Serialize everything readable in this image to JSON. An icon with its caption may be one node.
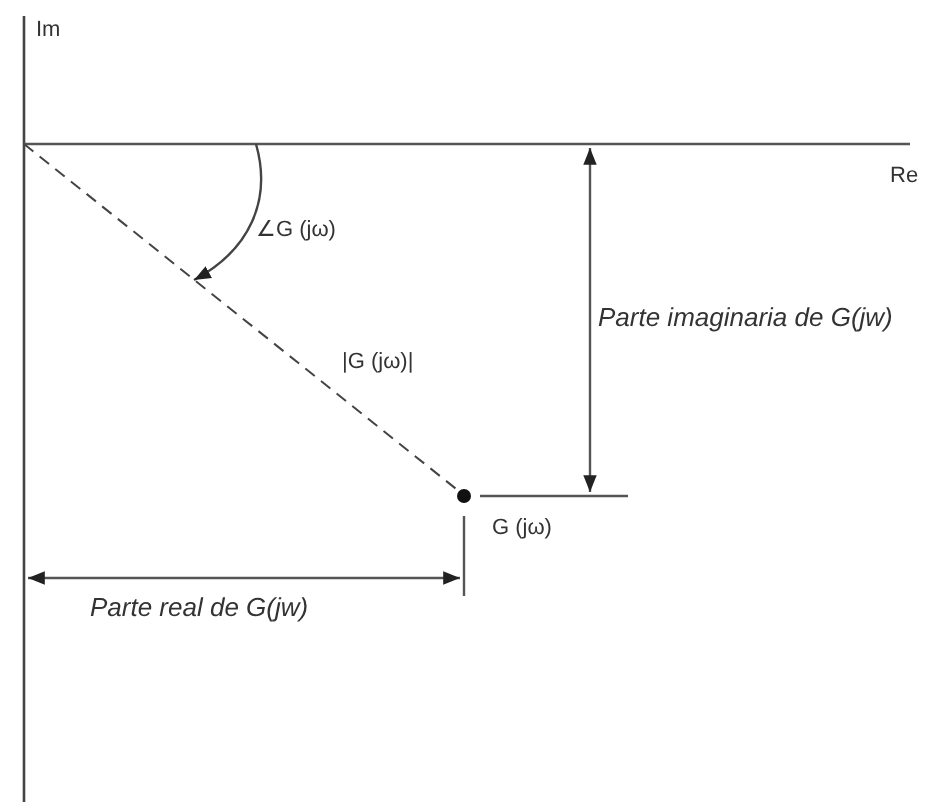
{
  "diagram": {
    "labels": [
      "Im",
      "Re",
      "∠G (jω)",
      "Parte imaginaria de G(jw)",
      "|G (jω)|",
      "G (jω)",
      "Parte real de G(jw)"
    ]
  }
}
